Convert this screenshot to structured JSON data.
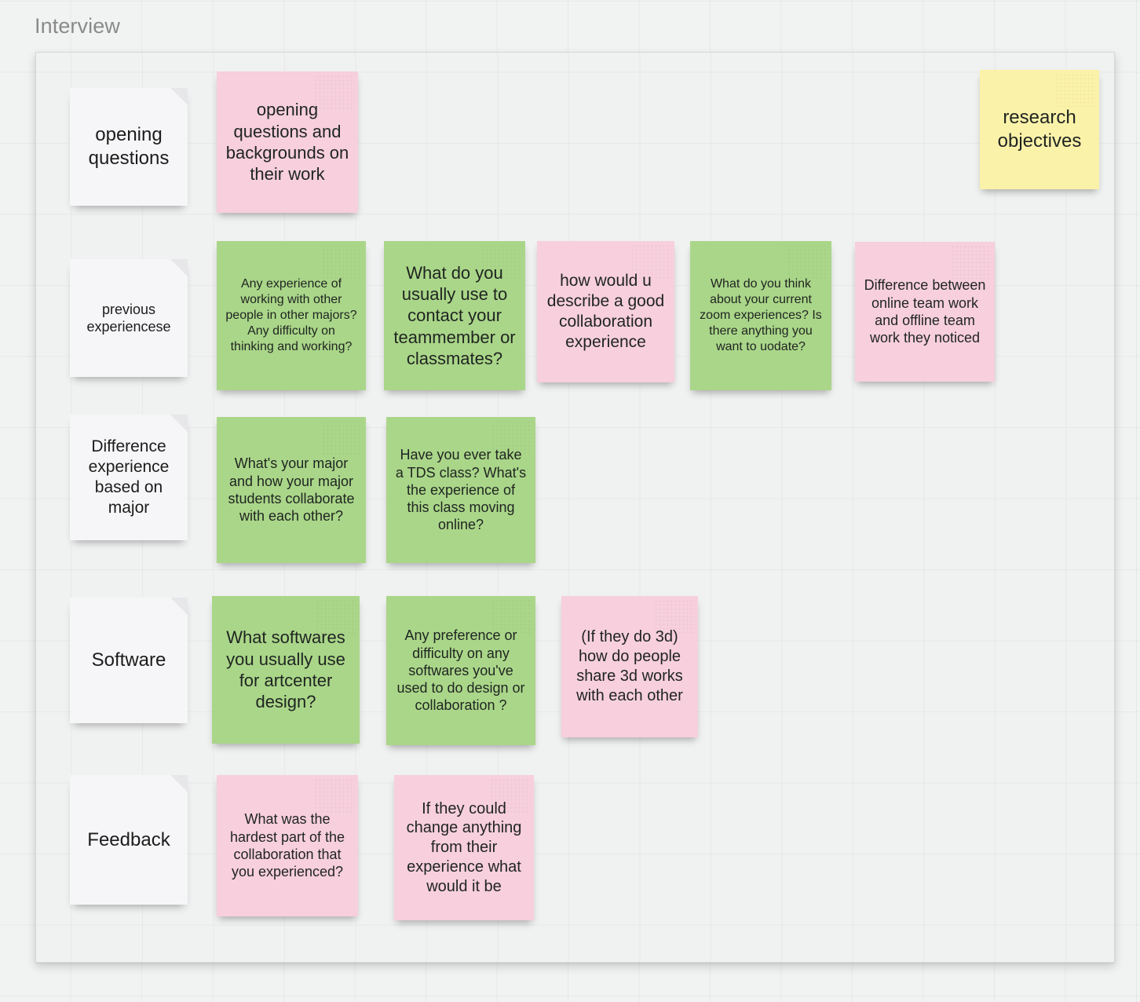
{
  "board": {
    "frame_title": "Interview",
    "background_color": "#f1f2f2",
    "frame_color": "#f0f1f1"
  },
  "colors": {
    "pink": "#f7cfdd",
    "green": "#aad689",
    "yellow": "#fbf2a9",
    "white": "#f6f6f8"
  },
  "row_labels": [
    {
      "text": "opening questions"
    },
    {
      "text": "previous experiencese"
    },
    {
      "text": "Difference experience based on major"
    },
    {
      "text": "Software"
    },
    {
      "text": "Feedback"
    }
  ],
  "notes": {
    "yellow_objectives": "research objectives",
    "row1": [
      {
        "color": "pink",
        "text": "opening questions and backgrounds on their work"
      }
    ],
    "row2": [
      {
        "color": "green",
        "text": "Any experience of working with other people in other majors? Any difficulty on thinking and working?"
      },
      {
        "color": "green",
        "text": "What do you usually use to contact your teammember or classmates?"
      },
      {
        "color": "pink",
        "text": "how would u describe a good collaboration experience"
      },
      {
        "color": "green",
        "text": "What do you think about your current zoom experiences? Is there anything you want to uodate?"
      },
      {
        "color": "pink",
        "text": "Difference between online team work and offline team work they noticed"
      }
    ],
    "row3": [
      {
        "color": "green",
        "text": "What's your major and how your major students collaborate with each other?"
      },
      {
        "color": "green",
        "text": "Have you ever take a TDS class? What's the experience of this class moving online?"
      }
    ],
    "row4": [
      {
        "color": "green",
        "text": "What softwares you usually use for artcenter design?"
      },
      {
        "color": "green",
        "text": "Any preference or difficulty on any softwares you've used to do design or collaboration ?"
      },
      {
        "color": "pink",
        "text": "(If they do 3d) how do people share 3d works with each other"
      }
    ],
    "row5": [
      {
        "color": "pink",
        "text": "What was the hardest part of the collaboration that you experienced?"
      },
      {
        "color": "pink",
        "text": "If they could change anything from their experience what would it be"
      }
    ]
  }
}
